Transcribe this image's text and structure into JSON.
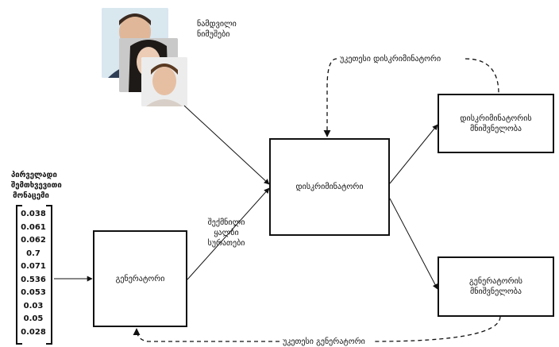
{
  "real_samples_label_l1": "ნამდვილი",
  "real_samples_label_l2": "ნიმუშები",
  "noise_label_l1": "პირველადი",
  "noise_label_l2": "შემთხვევითი",
  "noise_label_l3": "მონაცემი",
  "noise_vector": [
    "0.038",
    "0.061",
    "0.062",
    "0.7",
    "0.071",
    "0.536",
    "0.053",
    "0.03",
    "0.05",
    "0.028"
  ],
  "generator_label": "გენერატორი",
  "discriminator_label": "დისკრიმინატორი",
  "fake_images_l1": "შექმნილი",
  "fake_images_l2": "ყალბი",
  "fake_images_l3": "სურათები",
  "disc_loss_l1": "დისკრიმინატორის",
  "disc_loss_l2": "მნიშვნელობა",
  "gen_loss_l1": "გენერატორის",
  "gen_loss_l2": "მნიშვნელობა",
  "feedback_disc_label": "უკეთესი დისკრიმინატორი",
  "feedback_gen_label": "უკეთესი გენერატორი",
  "line_color": "#111111",
  "face_icon": "face-photo-icon"
}
